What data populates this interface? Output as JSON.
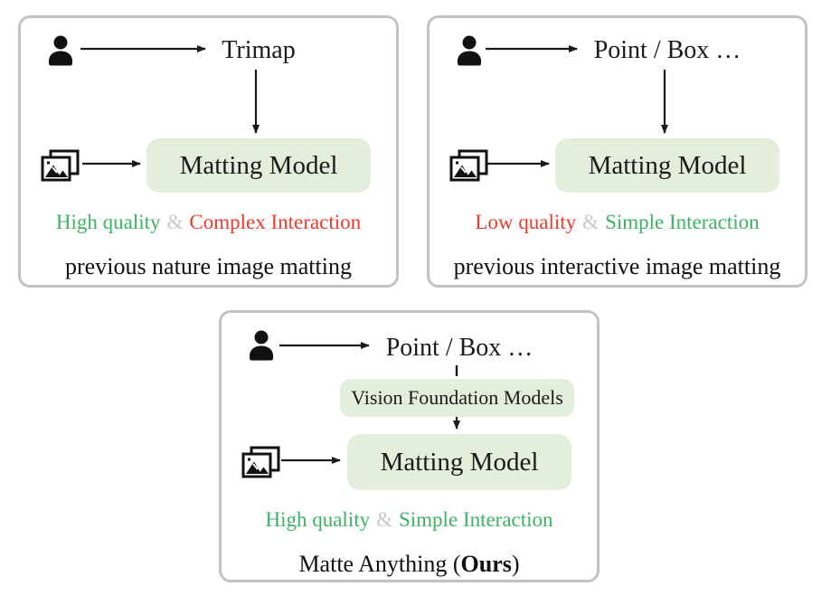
{
  "figure_title": "Matte Anything comparison diagram",
  "colors": {
    "panel_border": "#c3c3c3",
    "model_box_fill": "#e4efdb",
    "green_text": "#3eb164",
    "red_text": "#ee392c",
    "amp_gray": "#c8c8c8",
    "arrow_black": "#1b1b1b"
  },
  "icons": {
    "user": "person-silhouette",
    "images": "stacked-photos"
  },
  "panels": [
    {
      "id": "previous-nature",
      "input_label": "Trimap",
      "model_label": "Matting Model",
      "quality": {
        "first": "High quality",
        "amp": "&",
        "second": "Complex Interaction"
      },
      "caption": "previous nature image matting"
    },
    {
      "id": "previous-interactive",
      "input_label": "Point / Box …",
      "model_label": "Matting Model",
      "quality": {
        "first": "Low quality",
        "amp": "&",
        "second": "Simple Interaction"
      },
      "caption": "previous interactive image matting"
    },
    {
      "id": "ours",
      "input_label": "Point / Box …",
      "vfm_label": "Vision Foundation Models",
      "model_label": "Matting Model",
      "quality": {
        "first": "High quality",
        "amp": "&",
        "second": "Simple Interaction"
      },
      "caption_prefix": "Matte Anything (",
      "caption_bold": "Ours",
      "caption_suffix": ")"
    }
  ]
}
